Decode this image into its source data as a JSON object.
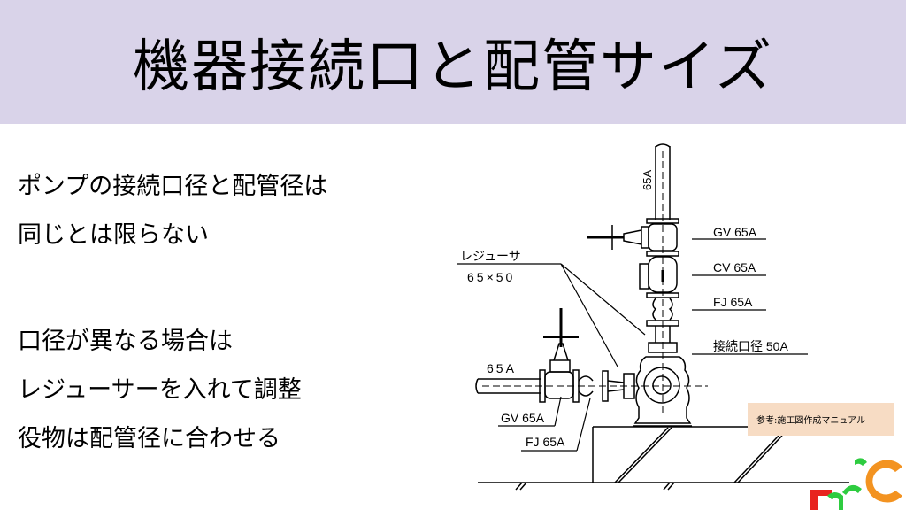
{
  "slide": {
    "title": "機器接続口と配管サイズ",
    "lines": [
      "ポンプの接続口径と配管径は",
      "同じとは限らない",
      "口径が異なる場合は",
      "レジューサーを入れて調整",
      "役物は配管径に合わせる"
    ]
  },
  "diagram": {
    "vertical_pipe_size": "65A",
    "horizontal_pipe_size": "65A",
    "reducer_label": "レジューサ",
    "reducer_size": "65×50",
    "upper_gv": "GV 65A",
    "upper_cv": "CV 65A",
    "upper_fj": "FJ 65A",
    "pump_port": "接続口径 50A",
    "lower_gv": "GV 65A",
    "lower_fj": "FJ 65A",
    "reference": "参考:施工図作成マニュアル"
  },
  "colors": {
    "title_band": "#d9d3e9",
    "reference_box": "#f7dcc4",
    "logo_red": "#e8231f",
    "logo_green": "#2ecc40",
    "logo_orange": "#f39321"
  }
}
